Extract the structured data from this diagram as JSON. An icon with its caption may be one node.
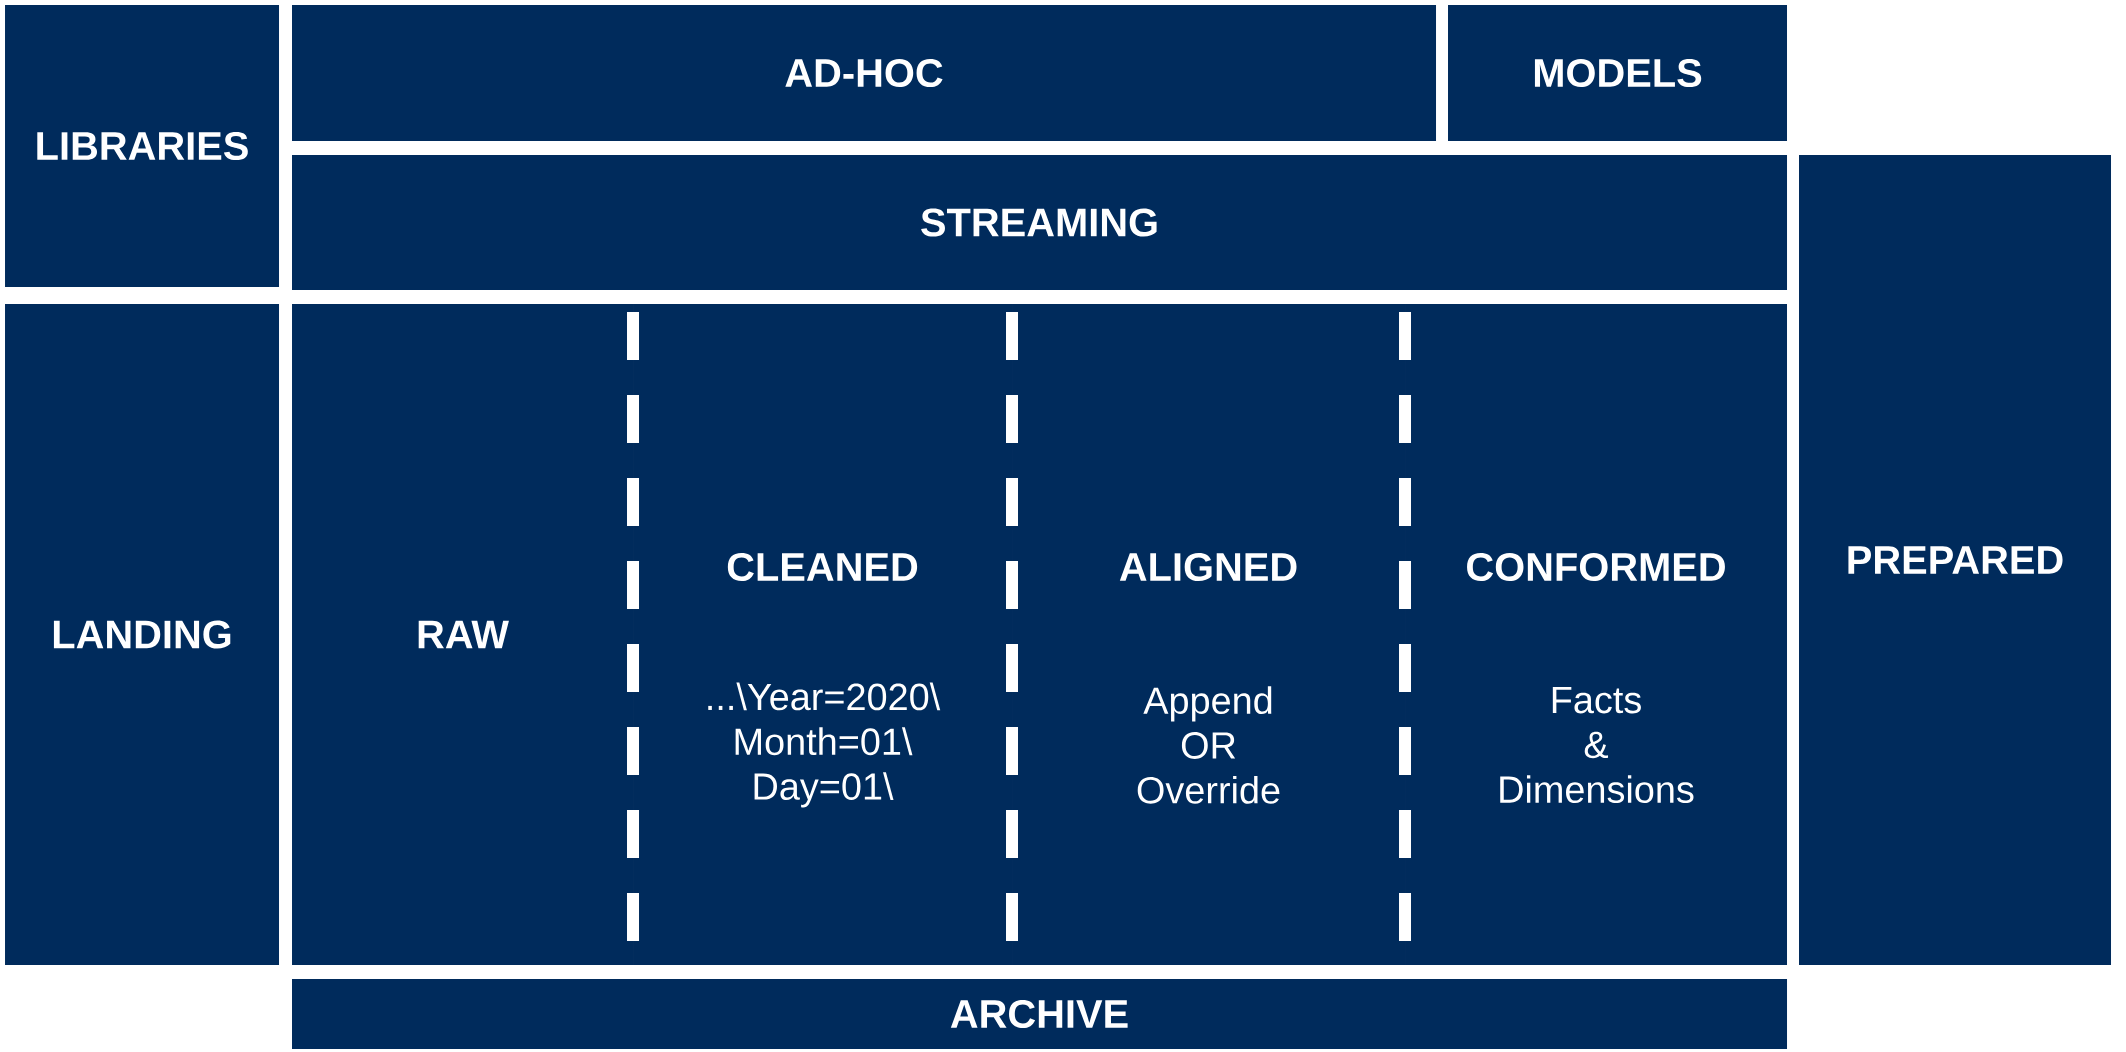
{
  "diagram": {
    "nodes": [
      {
        "text": [
          "LIBRARIES"
        ]
      },
      {
        "text": [
          "AD-HOC"
        ]
      },
      {
        "text": [
          "MODELS"
        ]
      },
      {
        "text": [
          "STREAMING"
        ]
      },
      {
        "text": [
          "LANDING"
        ]
      },
      {
        "text": [
          "RAW"
        ]
      },
      {
        "text": [
          "CLEANED",
          "...\\Year=2020\\ Month=01\\ Day=01\\"
        ]
      },
      {
        "text": [
          "ALIGNED",
          "Append OR Override"
        ]
      },
      {
        "text": [
          "CONFORMED",
          "Facts & Dimensions"
        ]
      },
      {
        "text": [
          "PREPARED"
        ]
      },
      {
        "text": [
          "ARCHIVE"
        ]
      }
    ]
  }
}
